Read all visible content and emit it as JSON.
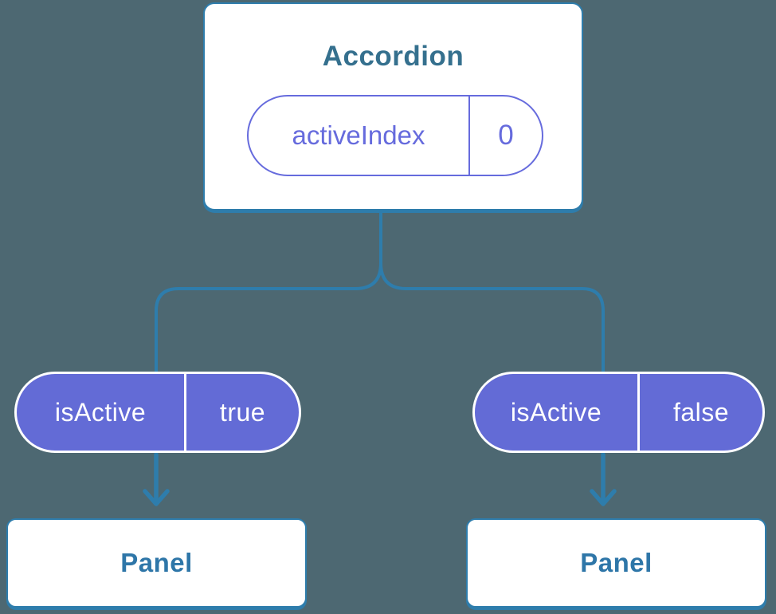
{
  "diagram": {
    "type": "component-tree",
    "root": {
      "title": "Accordion",
      "state": {
        "name": "activeIndex",
        "value": "0"
      }
    },
    "props": [
      {
        "name": "isActive",
        "value": "true"
      },
      {
        "name": "isActive",
        "value": "false"
      }
    ],
    "children": [
      {
        "title": "Panel"
      },
      {
        "title": "Panel"
      }
    ]
  },
  "colors": {
    "background": "#4d6872",
    "connector_blue": "#2e7dac",
    "pill_purple_fill": "#636bd6",
    "pill_purple_ink": "#666bdd",
    "root_title_ink": "#35708e",
    "panel_title_ink": "#2e76a8",
    "card_background": "#ffffff"
  }
}
